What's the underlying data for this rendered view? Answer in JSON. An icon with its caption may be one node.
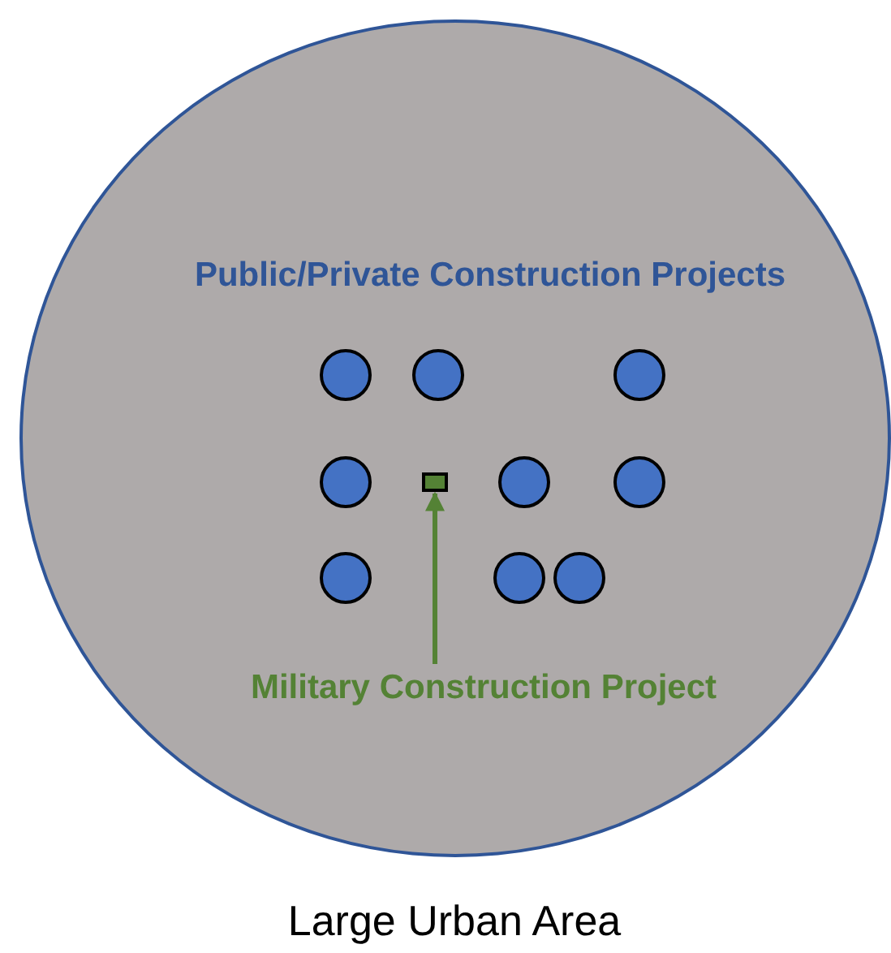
{
  "diagram": {
    "nodes": [
      {
        "text": [
          "Large Urban Area"
        ]
      },
      {
        "text": [],
        "shape": "circle",
        "in": 0
      },
      {
        "text": [],
        "shape": "circle",
        "in": 0
      },
      {
        "text": [],
        "shape": "circle",
        "in": 0
      },
      {
        "text": [],
        "shape": "circle",
        "in": 0
      },
      {
        "text": [],
        "shape": "box",
        "in": 0
      },
      {
        "text": [],
        "shape": "circle",
        "in": 0
      },
      {
        "text": [],
        "shape": "circle",
        "in": 0
      },
      {
        "text": [],
        "shape": "circle",
        "in": 0
      },
      {
        "text": [],
        "shape": "circle",
        "in": 0
      },
      {
        "text": [],
        "shape": "circle",
        "in": 0
      },
      {
        "text": [
          "Military Construction Project"
        ],
        "in": 0
      }
    ],
    "edges": [
      {
        "from": 11,
        "to": 5,
        "arrow": "to"
      }
    ],
    "labels": [
      "Public/Private Construction Projects"
    ]
  }
}
